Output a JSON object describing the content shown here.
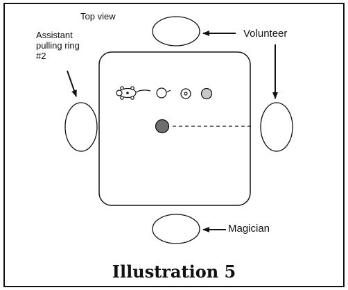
{
  "labels": {
    "top_view": "Top view",
    "assistant_line1": "Assistant",
    "assistant_line2": "pulling ring",
    "assistant_line3": "#2",
    "volunteer": "Volunteer",
    "magician": "Magician"
  },
  "caption": "Illustration 5",
  "colors": {
    "stroke": "#111111",
    "ring_gray": "#c8c8c8",
    "ring_dark": "#6e6e6e"
  }
}
